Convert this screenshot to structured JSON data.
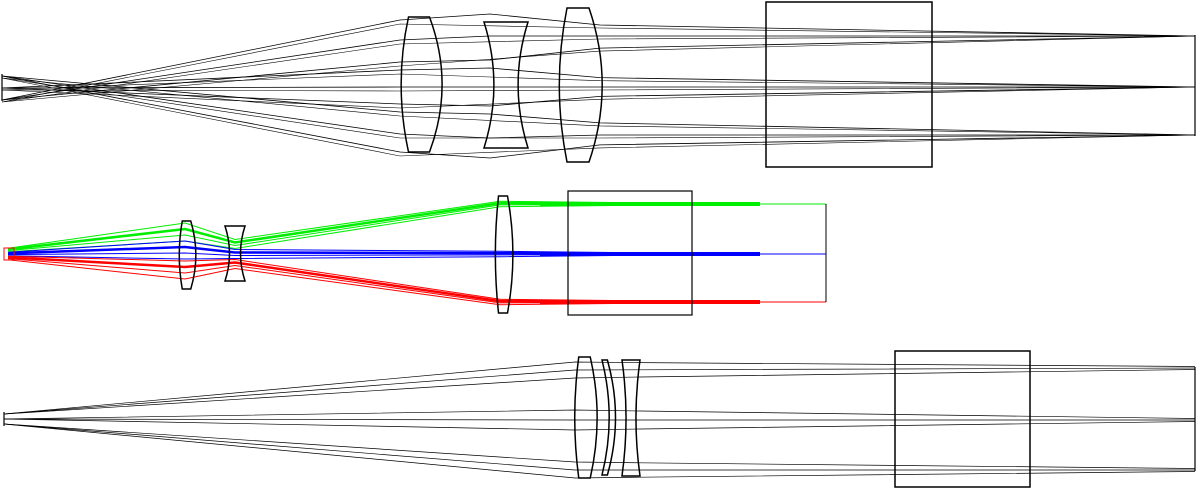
{
  "colors": {
    "background": "#ffffff",
    "outline": "#000000",
    "ray_default": "#000000",
    "ray_upper_field": "#00ee00",
    "ray_axis_field": "#0000ff",
    "ray_lower_field": "#ff0000"
  },
  "panels": [
    {
      "name": "three-lens-system-top",
      "lens_count": 3,
      "field_points": 3,
      "colored": false
    },
    {
      "name": "three-lens-system-color",
      "lens_count": 3,
      "field_points": 3,
      "colored": true
    },
    {
      "name": "three-lens-system-bottom",
      "lens_count": 3,
      "field_points": 3,
      "colored": false
    }
  ]
}
